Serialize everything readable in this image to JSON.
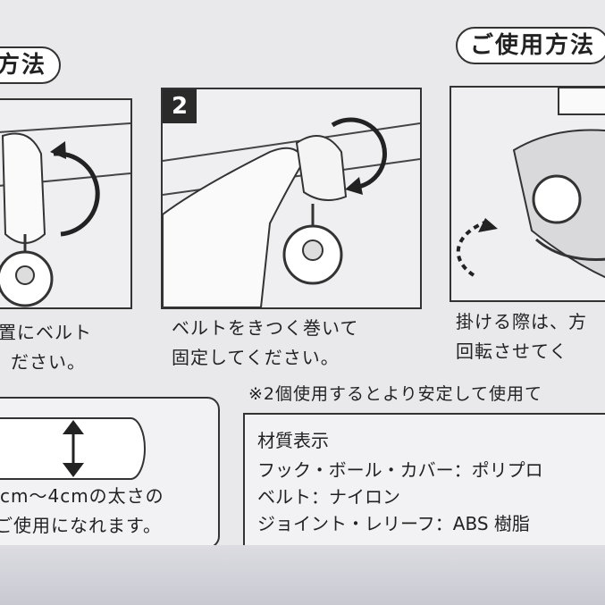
{
  "headings": {
    "left": "方法",
    "right": "ご使用方法"
  },
  "steps": [
    {
      "caption_line1": "置にベルト",
      "caption_line2": "ださい。"
    },
    {
      "number": "2",
      "caption_line1": "ベルトをきつく巻いて",
      "caption_line2": "固定してください。"
    },
    {
      "caption_line1": "掛ける際は、方",
      "caption_line2": "回転させてく"
    }
  ],
  "note": "※2個使用するとより安定して使用て",
  "size_box": {
    "line1": "cm〜4cmの太さの",
    "line2": "ご使用になれます。"
  },
  "materials": {
    "title": "材質表示",
    "rows": [
      "フック・ボール・カバー：ポリプロ",
      "ベルト：ナイロン",
      "ジョイント・レリーフ：ABS 樹脂"
    ]
  }
}
